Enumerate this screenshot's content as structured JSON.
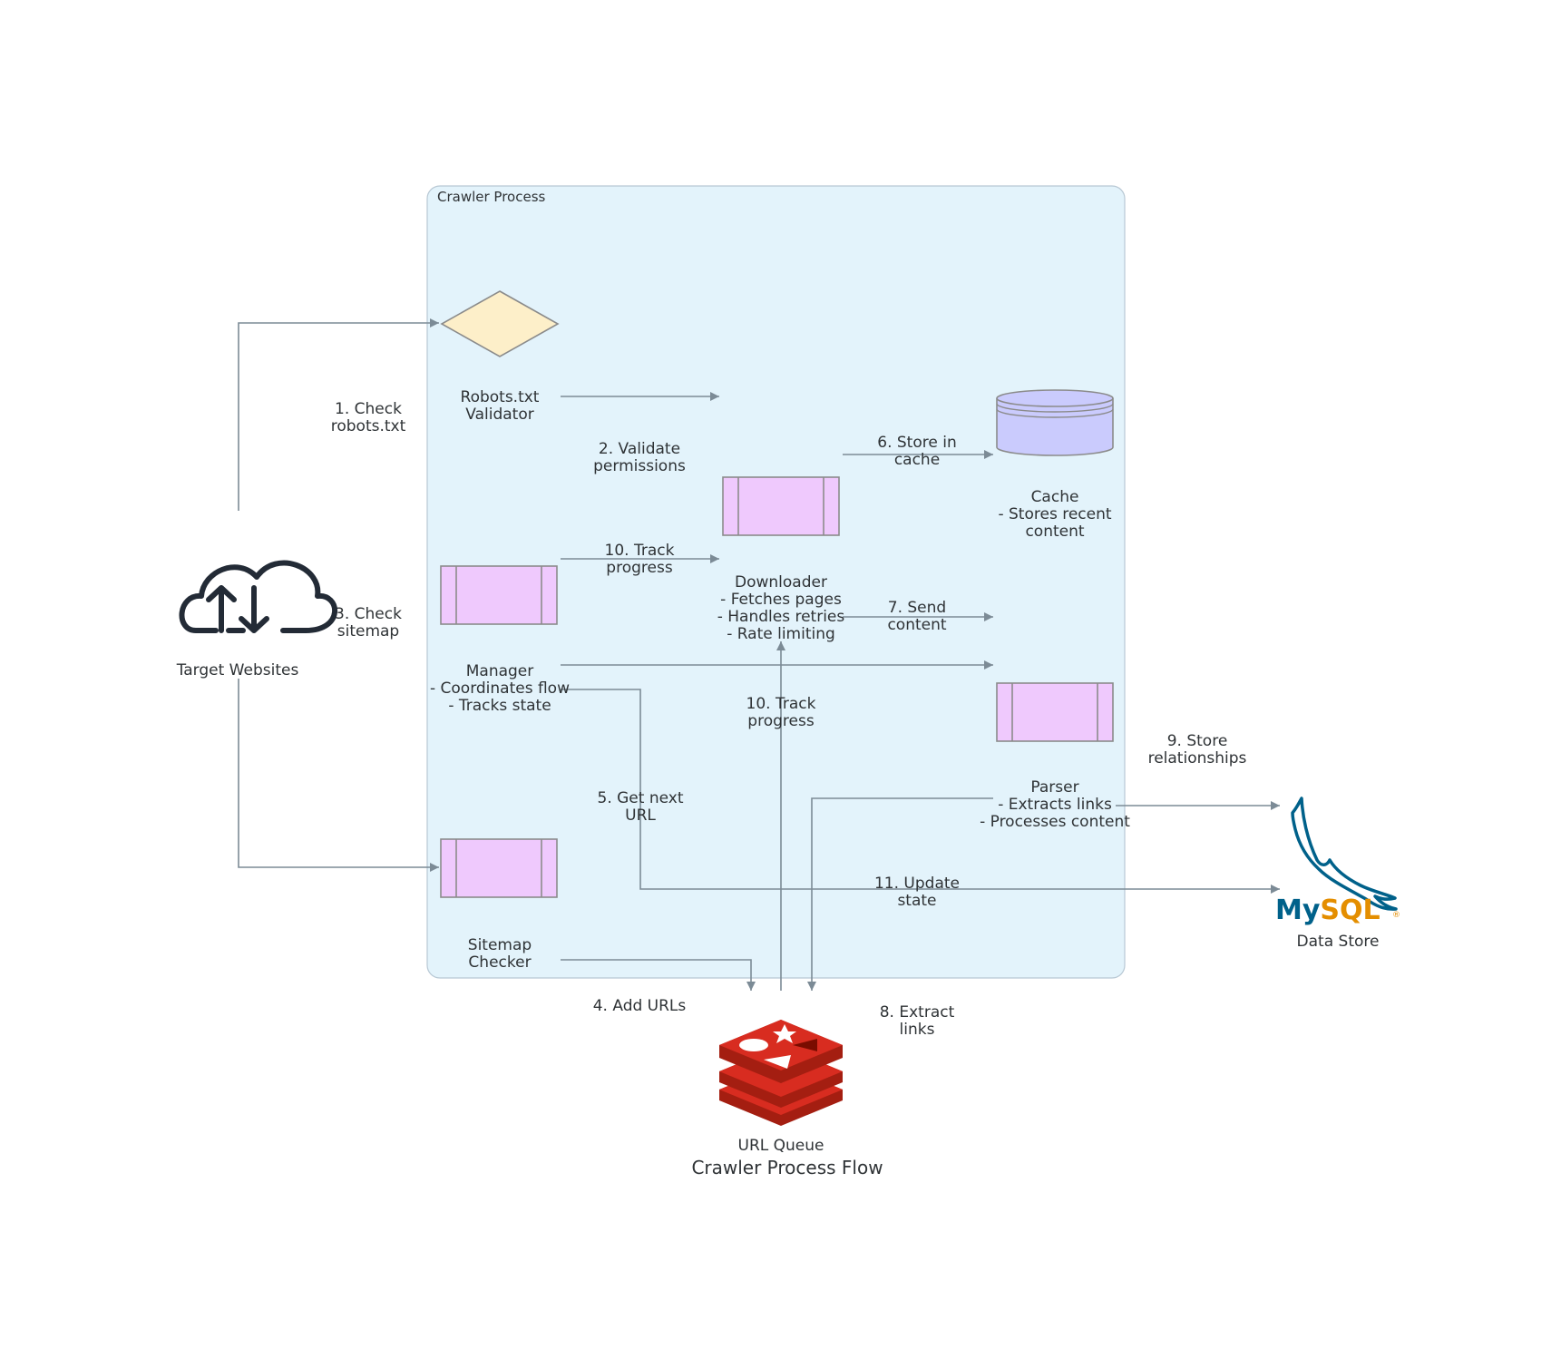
{
  "title": "Crawler Process Flow",
  "group": {
    "label": "Crawler Process"
  },
  "nodes": {
    "target_websites": {
      "label": "Target Websites",
      "icon": "cloud-sync-icon"
    },
    "robots_validator": {
      "label": [
        "Robots.txt",
        "Validator"
      ]
    },
    "manager": {
      "label": [
        "Manager",
        "- Coordinates flow",
        "- Tracks state"
      ]
    },
    "sitemap_checker": {
      "label": [
        "Sitemap",
        "Checker"
      ]
    },
    "downloader": {
      "label": [
        "Downloader",
        "- Fetches pages",
        "- Handles retries",
        "- Rate limiting"
      ]
    },
    "cache": {
      "label": [
        "Cache",
        "- Stores recent",
        "content"
      ]
    },
    "parser": {
      "label": [
        "Parser",
        "- Extracts links",
        "- Processes content"
      ]
    },
    "url_queue": {
      "label": "URL Queue",
      "icon": "redis-icon"
    },
    "data_store": {
      "label": "Data Store",
      "icon": "mysql-icon",
      "logo_text": "MySQL"
    }
  },
  "edges": [
    {
      "id": "e1",
      "label": [
        "1. Check",
        "robots.txt"
      ]
    },
    {
      "id": "e2",
      "label": [
        "2. Validate",
        "permissions"
      ]
    },
    {
      "id": "e3",
      "label": [
        "3. Check",
        "sitemap"
      ]
    },
    {
      "id": "e4",
      "label": [
        "4. Add URLs"
      ]
    },
    {
      "id": "e5",
      "label": [
        "5. Get next",
        "URL"
      ]
    },
    {
      "id": "e6",
      "label": [
        "6. Store in",
        "cache"
      ]
    },
    {
      "id": "e7",
      "label": [
        "7. Send",
        "content"
      ]
    },
    {
      "id": "e8",
      "label": [
        "8. Extract",
        "links"
      ]
    },
    {
      "id": "e9",
      "label": [
        "9. Store",
        "relationships"
      ]
    },
    {
      "id": "e10a",
      "label": [
        "10. Track",
        "progress"
      ]
    },
    {
      "id": "e10b",
      "label": [
        "10. Track",
        "progress"
      ]
    },
    {
      "id": "e11",
      "label": [
        "11. Update",
        "state"
      ]
    }
  ],
  "colors": {
    "group_fill": "#e3f3fb",
    "group_stroke": "#b8c8d4",
    "process_fill": "#efc9fd",
    "process_stroke": "#8b8b8b",
    "decision_fill": "#fdefc9",
    "cache_fill": "#cacbfd",
    "edge": "#7c8b96",
    "text": "#2f3336",
    "redis_red": "#d82c20",
    "mysql_blue": "#00618a",
    "mysql_orange": "#e48e00"
  }
}
